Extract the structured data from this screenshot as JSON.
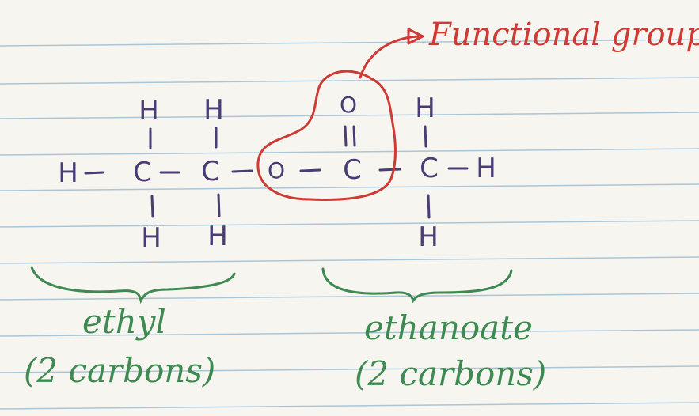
{
  "annotation": {
    "functional_group_label": "Functional group"
  },
  "labels": {
    "left_group_name": "ethyl",
    "left_group_count": "(2 carbons)",
    "right_group_name": "ethanoate",
    "right_group_count": "(2 carbons)"
  },
  "atoms": {
    "hydrogen": "H",
    "carbon": "C",
    "oxygen": "O"
  },
  "colors": {
    "structure_ink": "#4a3d73",
    "annotation_ink": "#cf3b34",
    "label_ink": "#3f8a52",
    "ruled_line": "#a9c6d8"
  }
}
